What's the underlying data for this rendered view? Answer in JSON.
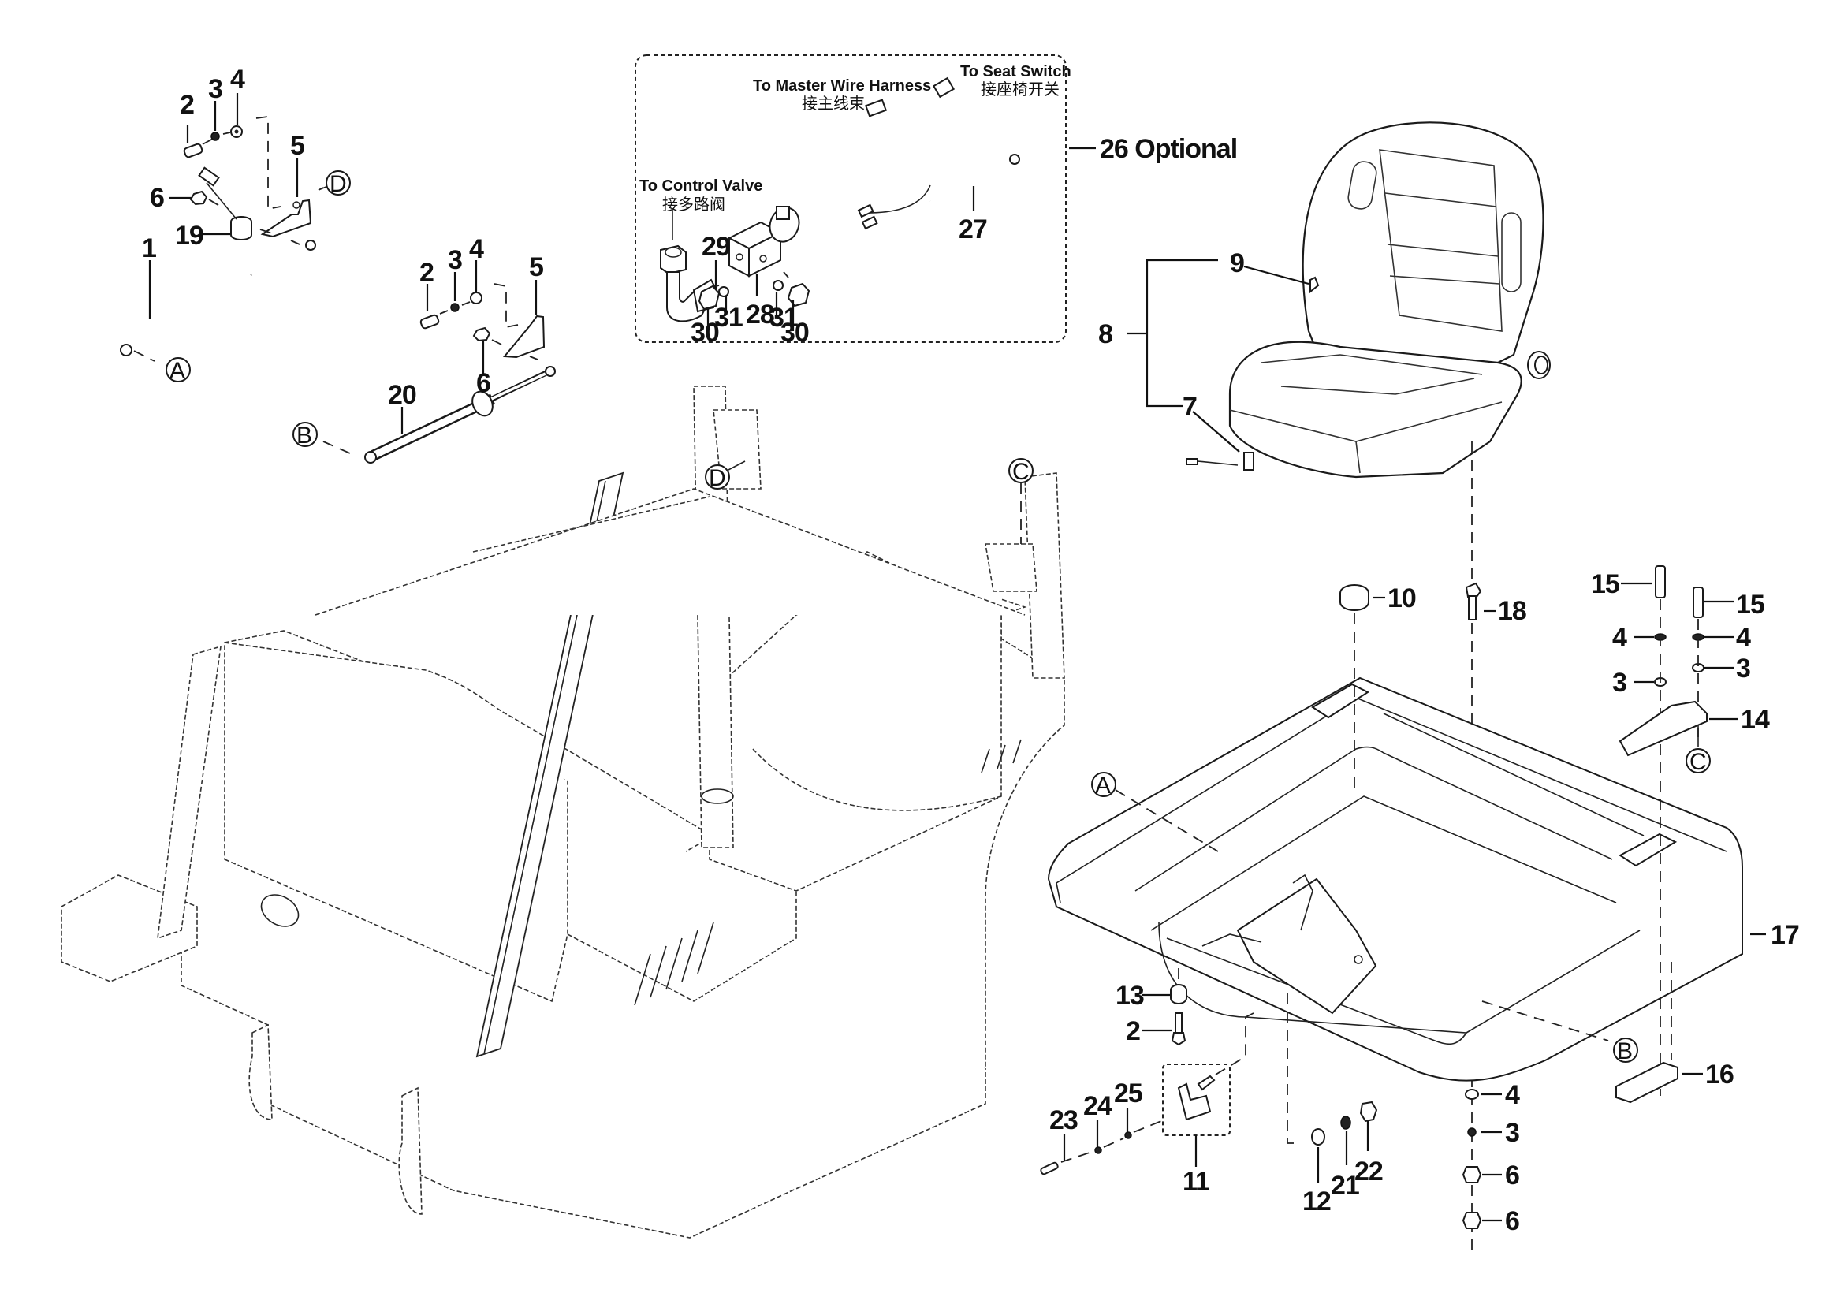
{
  "diagram": {
    "type": "exploded-parts-diagram",
    "subject": "Forklift overhead guard / seat mounting assembly",
    "optional_box": {
      "label": "26 Optional",
      "notes": [
        {
          "en": "To Master Wire Harness",
          "cn": "接主线束"
        },
        {
          "en": "To Seat Switch",
          "cn": "接座椅开关"
        },
        {
          "en": "To Control Valve",
          "cn": "接多路阀"
        }
      ],
      "callouts": [
        "27",
        "28",
        "29",
        "30",
        "30",
        "31",
        "31"
      ]
    },
    "reference_letters": [
      "A",
      "B",
      "C",
      "D"
    ],
    "callouts": {
      "c1": "1",
      "c2a": "2",
      "c3a": "3",
      "c4a": "4",
      "c5a": "5",
      "c6a": "6",
      "c19": "19",
      "c2b": "2",
      "c3b": "3",
      "c4b": "4",
      "c5b": "5",
      "c6b": "6",
      "c20": "20",
      "c26": "26 Optional",
      "c27": "27",
      "c28": "28",
      "c29": "29",
      "c30a": "30",
      "c31a": "31",
      "c31b": "31",
      "c30b": "30",
      "c8": "8",
      "c9": "9",
      "c7": "7",
      "c10": "10",
      "c18": "18",
      "c15a": "15",
      "c15b": "15",
      "c4c": "4",
      "c4d": "4",
      "c3c": "3",
      "c3d": "3",
      "c14": "14",
      "c17": "17",
      "c16": "16",
      "c13": "13",
      "c2c": "2",
      "c23": "23",
      "c24": "24",
      "c25": "25",
      "c11": "11",
      "c12": "12",
      "c21": "21",
      "c22": "22",
      "c4e": "4",
      "c3e": "3",
      "c6c": "6",
      "c6d": "6"
    },
    "letters": {
      "A1": "A",
      "A2": "A",
      "B1": "B",
      "B2": "B",
      "C1": "C",
      "C2": "C",
      "D1": "D",
      "D2": "D"
    },
    "notes": {
      "master_en": "To Master Wire Harness",
      "master_cn": "接主线束",
      "seat_en": "To Seat Switch",
      "seat_cn": "接座椅开关",
      "valve_en": "To Control Valve",
      "valve_cn": "接多路阀"
    }
  }
}
